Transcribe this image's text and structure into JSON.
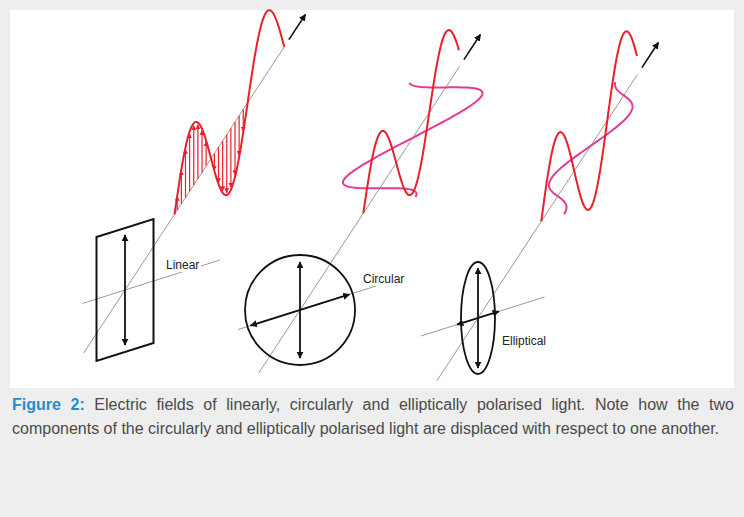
{
  "diagram": {
    "caption": "Figure 2: Electric fields of linearly, circularly and elliptically polarised light. Note how the two components of the circularly and elliptically polarised light are displaced with respect to one another.",
    "labels": [
      "Linear",
      "Circular",
      "Elliptical"
    ]
  }
}
